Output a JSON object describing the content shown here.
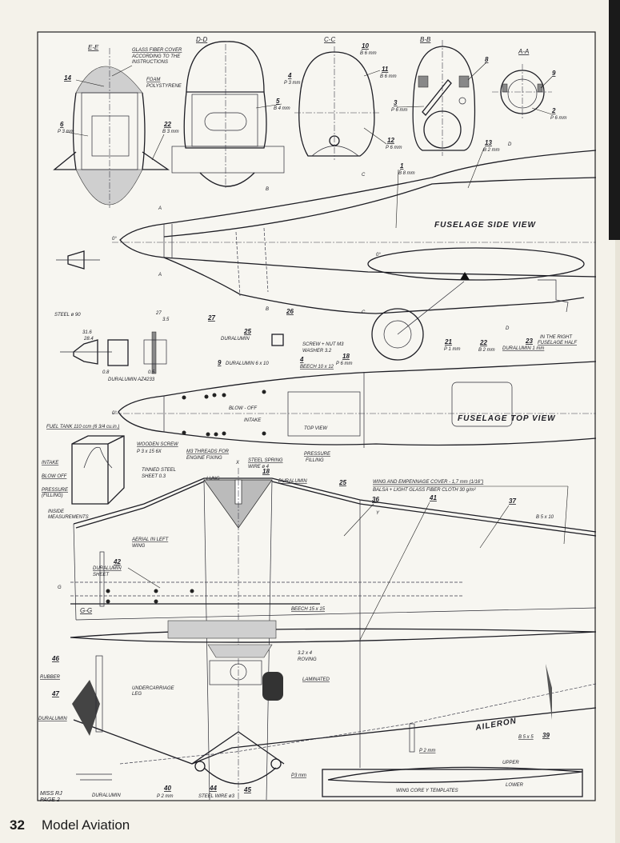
{
  "sections": {
    "ee": "E-E",
    "dd": "D-D",
    "cc": "C-C",
    "bb": "B-B",
    "aa": "A-A"
  },
  "views": {
    "side": "FUSELAGE SIDE VIEW",
    "top": "FUSELAGE TOP VIEW",
    "top_view_arrow": "TOP VIEW",
    "aileron": "AILERON",
    "upper": "UPPER",
    "lower": "LOWER",
    "templates": "WING CORE Y TEMPLATES"
  },
  "section_refs": {
    "a": "A",
    "b": "B",
    "c": "C",
    "d": "D",
    "g": "G",
    "gg": "G-G",
    "x": "X",
    "y": "Y"
  },
  "notes": {
    "glass1": "GLASS FIBER COVER",
    "glass2": "ACCORDING TO THE",
    "glass3": "INSTRUCTIONS",
    "foam1": "FOAM",
    "foam2": "POLYSTYRENE",
    "steel90": "STEEL ø 90",
    "dural_az": "DURALUMIN AZ4233",
    "screw1": "SCREW + NUT M3",
    "screw2": "WASHER 3.2",
    "beech1012": "BEECH 10 x 12",
    "dural610": "DURALUMIN 6 x 10",
    "dural25": "DURALUMIN",
    "blowoff": "BLOW - OFF",
    "intake": "INTAKE",
    "fueltank": "FUEL TANK 110 ccm (6 3/4 cu.in.)",
    "wscrew1": "WOODEN SCREW",
    "wscrew2": "P 3 x 15   6X",
    "m3_1": "M3 THREADS FOR",
    "m3_2": "ENGINE FIXING",
    "spring1": "STEEL SPRING",
    "spring2": "WIRE ø 4",
    "press1": "PRESSURE",
    "press2": "FILLING",
    "tank_intake": "INTAKE",
    "tank_blow": "BLOW OFF",
    "tank_press1": "PRESSURE",
    "tank_press2": "(FILLING)",
    "tinned1": "TINNED STEEL",
    "tinned2": "SHEET 0.3",
    "inside1": "INSIDE",
    "inside2": "MEASUREMENTS",
    "lung": "LUNG",
    "dural18": "DURALUMIN",
    "cover1": "WING AND EMPENNAGE COVER - 1,7 mm (1/16\")",
    "cover2": "BALSA + LIGHT GLASS FIBER CLOTH  30 g/m²",
    "b510": "B 5 x 10",
    "aerial1": "AERIAL IN LEFT",
    "aerial2": "WING",
    "dsheet1": "DURALUMIN",
    "dsheet2": "SHEET",
    "beech1515": "BEECH 15 x 15",
    "roving1": "3.2 x 4",
    "roving2": "ROVING",
    "rubber": "RUBBER",
    "uc1": "UNDERCARRIAGE",
    "uc2": "LEG",
    "dural_wheel": "DURALUMIN",
    "laminated": "LAMINATED",
    "b55": "B 5 x 5",
    "p2a": "P 2 mm",
    "p3": "P3 mm",
    "p2b": "P 2 mm",
    "steelwire": "STEEL WIRE ø3",
    "dural_bottom": "DURALUMIN",
    "right1": "IN THE RIGHT",
    "right2": "FUSELAGE HALF",
    "dural1mm": "DURALUMIN 1 mm"
  },
  "dims": {
    "d316": "31.6",
    "d284": "28.4",
    "d27": "27",
    "d35": "3.5",
    "d06": "0.8",
    "d05": "0.5"
  },
  "parts": {
    "p14": "14",
    "p6": "6",
    "p6m": "P 3 mm",
    "p22": "22",
    "p22m": "B 3 mm",
    "p5": "5",
    "p5m": "B 4 mm",
    "p4": "4",
    "p4m": "P 3 mm",
    "p10": "10",
    "p10m": "B 6 mm",
    "p11": "11",
    "p11m": "B 6 mm",
    "p12": "12",
    "p12m": "P 6 mm",
    "p3": "3",
    "p3m": "P 6 mm",
    "p8": "8",
    "p9": "9",
    "p2": "2",
    "p2m": "P 6 mm",
    "p13": "13",
    "p13m": "B 2 mm",
    "p1": "1",
    "p1m": "B 8 mm",
    "p27": "27",
    "p26": "26",
    "p21": "21",
    "p21m": "P 1 mm",
    "p22b": "22",
    "p22bm": "B 2 mm",
    "p23": "23",
    "p25": "25",
    "p9b": "9",
    "p4b": "4",
    "p18": "18",
    "p18m": "P 6 mm",
    "p25b": "25",
    "p18b": "18",
    "p36": "36",
    "p41": "41",
    "p37": "37",
    "p42": "42",
    "p46": "46",
    "p47": "47",
    "p39": "39",
    "p40": "40",
    "p44": "44",
    "p45": "45",
    "angle0a": "0°",
    "angle0b": "0°",
    "angle0c": "0°"
  },
  "plan": {
    "name": "MISS RJ",
    "page": "PAGE 2"
  },
  "footer": {
    "page_number": "32",
    "magazine": "Model Aviation"
  }
}
